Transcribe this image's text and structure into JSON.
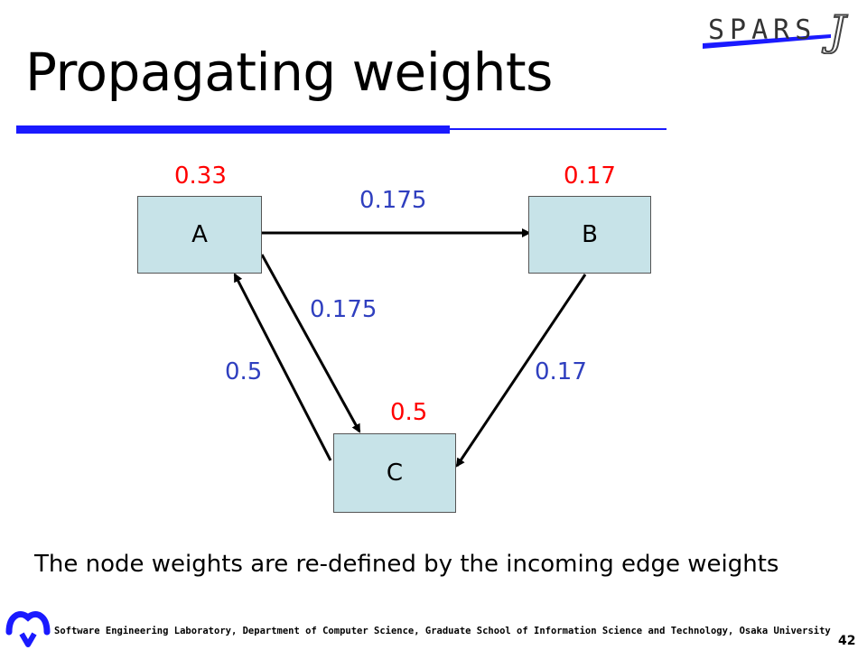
{
  "slide": {
    "title": "Propagating weights",
    "logo_text": "SPARS",
    "logo_j": "J",
    "caption": "The node weights are re-defined by the incoming edge weights",
    "footer": "Software Engineering Laboratory, Department of Computer Science, Graduate School of Information Science and Technology, Osaka University",
    "page_number": "42"
  },
  "diagram": {
    "nodes": [
      {
        "id": "A",
        "label": "A",
        "weight": "0.33"
      },
      {
        "id": "B",
        "label": "B",
        "weight": "0.17"
      },
      {
        "id": "C",
        "label": "C",
        "weight": "0.5"
      }
    ],
    "edges": [
      {
        "from": "A",
        "to": "B",
        "weight": "0.175"
      },
      {
        "from": "A",
        "to": "C",
        "weight": "0.175"
      },
      {
        "from": "C",
        "to": "A",
        "weight": "0.5"
      },
      {
        "from": "B",
        "to": "C",
        "weight": "0.17"
      }
    ],
    "colors": {
      "node_fill": "#c7e3e8",
      "node_weight": "#ff0000",
      "edge_weight": "#2f3fbf",
      "rule": "#1a1aff"
    }
  }
}
